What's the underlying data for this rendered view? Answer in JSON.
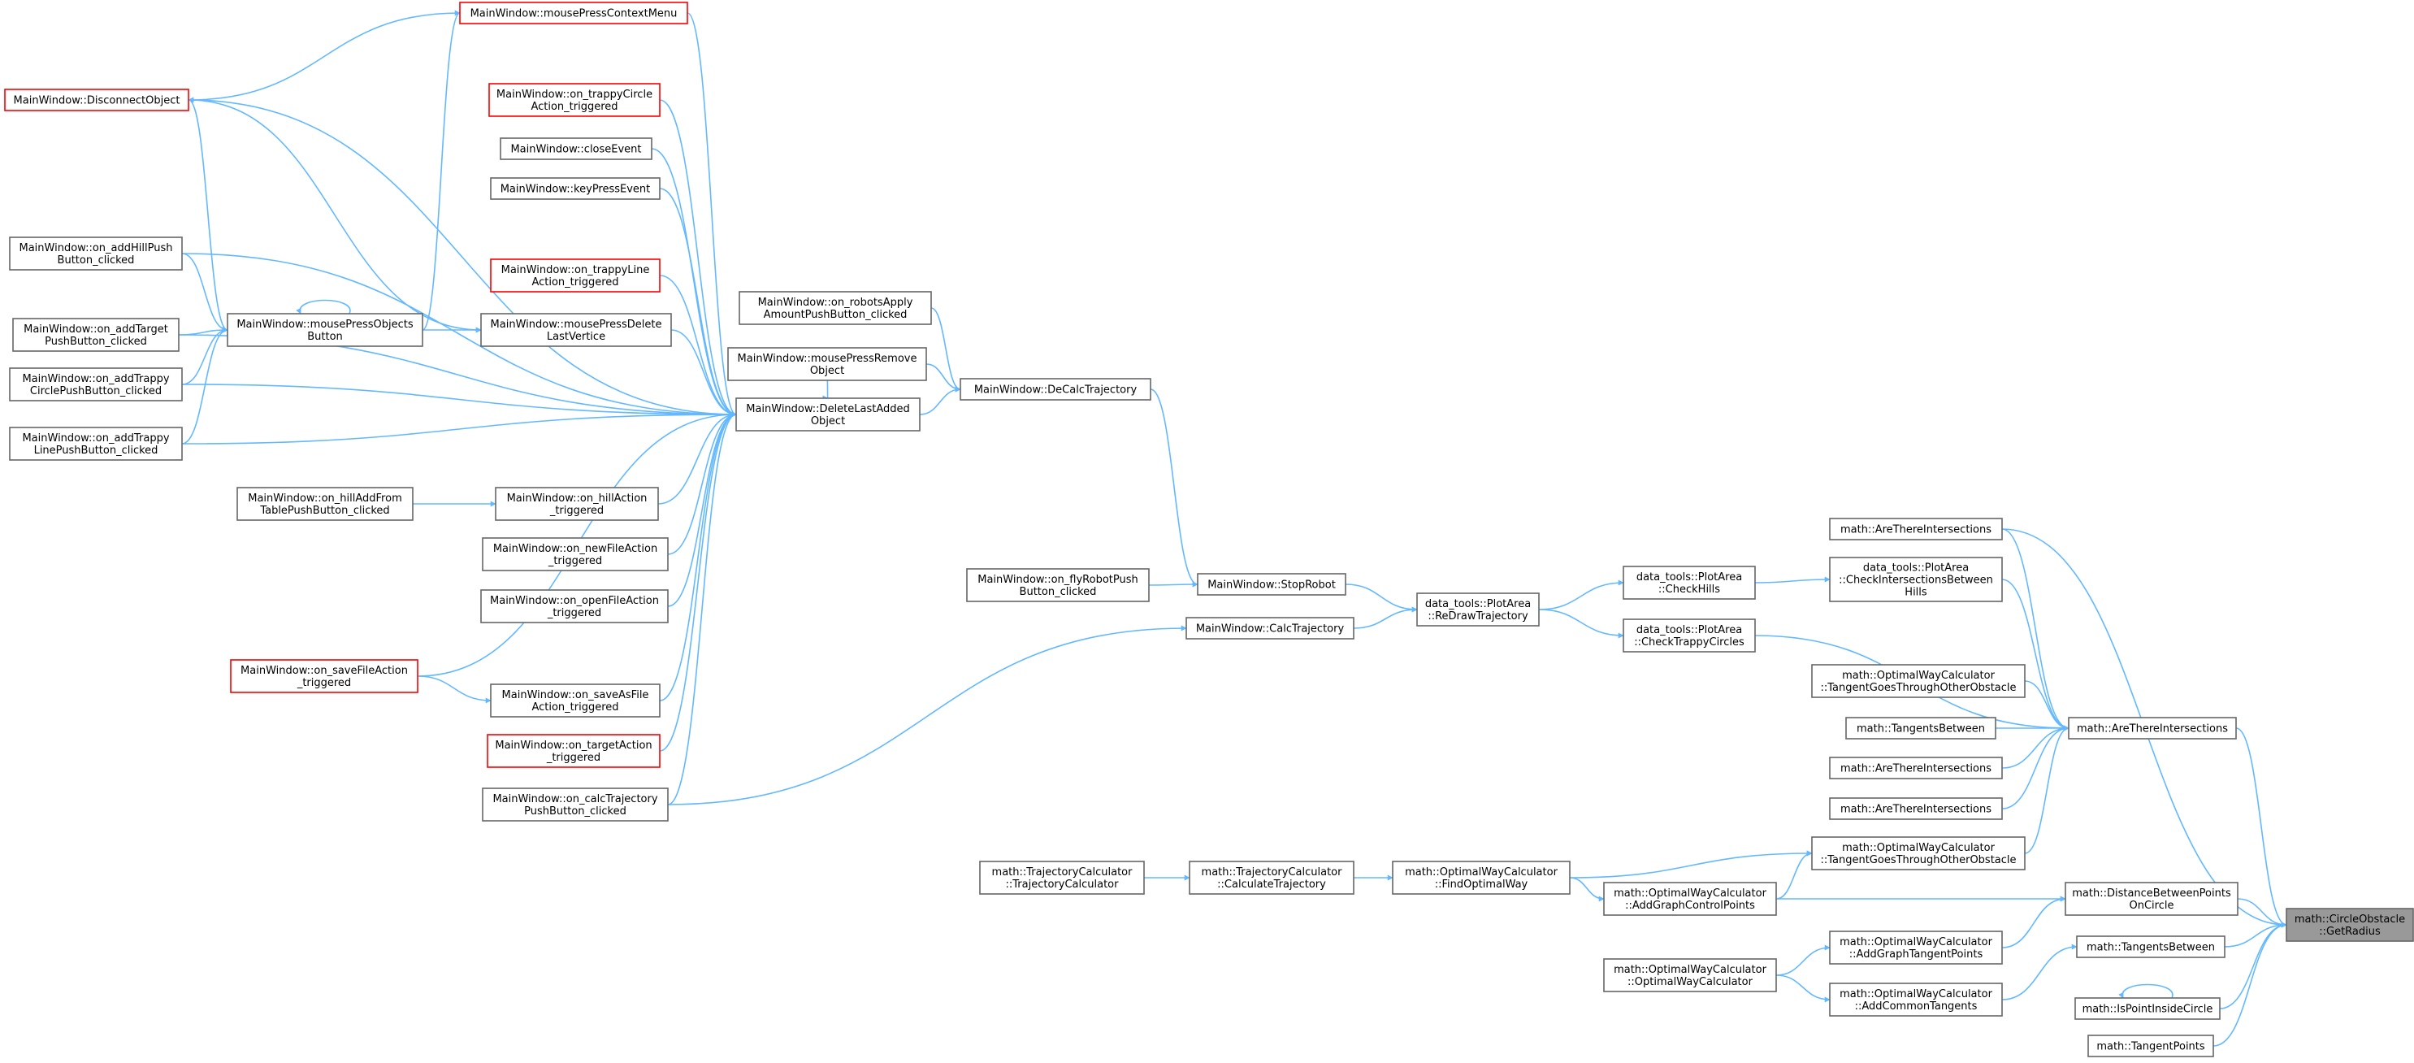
{
  "colors": {
    "edge": "#63b8ff",
    "normal_border": "#666666",
    "normal_fill": "#ffffff",
    "red_border": "#ff0000",
    "root_fill": "#999999",
    "text": "#000000"
  },
  "nodes": [
    {
      "id": "root",
      "lines": [
        "math::CircleObstacle",
        "::GetRadius"
      ],
      "style": "root"
    },
    {
      "id": "mpcm",
      "lines": [
        "MainWindow::mousePressContextMenu"
      ],
      "style": "red"
    },
    {
      "id": "disc",
      "lines": [
        "MainWindow::DisconnectObject"
      ],
      "style": "red"
    },
    {
      "id": "trcirc",
      "lines": [
        "MainWindow::on_trappyCircle",
        "Action_triggered"
      ],
      "style": "red"
    },
    {
      "id": "close",
      "lines": [
        "MainWindow::closeEvent"
      ],
      "style": "normal"
    },
    {
      "id": "keyp",
      "lines": [
        "MainWindow::keyPressEvent"
      ],
      "style": "normal"
    },
    {
      "id": "addhill",
      "lines": [
        "MainWindow::on_addHillPush",
        "Button_clicked"
      ],
      "style": "normal"
    },
    {
      "id": "trline",
      "lines": [
        "MainWindow::on_trappyLine",
        "Action_triggered"
      ],
      "style": "red"
    },
    {
      "id": "mpob",
      "lines": [
        "MainWindow::mousePressObjects",
        "Button"
      ],
      "style": "normal"
    },
    {
      "id": "mpdl",
      "lines": [
        "MainWindow::mousePressDelete",
        "LastVertice"
      ],
      "style": "normal"
    },
    {
      "id": "addtarget",
      "lines": [
        "MainWindow::on_addTarget",
        "PushButton_clicked"
      ],
      "style": "normal"
    },
    {
      "id": "robapply",
      "lines": [
        "MainWindow::on_robotsApply",
        "AmountPushButton_clicked"
      ],
      "style": "normal"
    },
    {
      "id": "mprem",
      "lines": [
        "MainWindow::mousePressRemove",
        "Object"
      ],
      "style": "normal"
    },
    {
      "id": "addtrcirc",
      "lines": [
        "MainWindow::on_addTrappy",
        "CirclePushButton_clicked"
      ],
      "style": "normal"
    },
    {
      "id": "dla",
      "lines": [
        "MainWindow::DeleteLastAdded",
        "Object"
      ],
      "style": "normal"
    },
    {
      "id": "decalc",
      "lines": [
        "MainWindow::DeCalcTrajectory"
      ],
      "style": "normal"
    },
    {
      "id": "addtrline",
      "lines": [
        "MainWindow::on_addTrappy",
        "LinePushButton_clicked"
      ],
      "style": "normal"
    },
    {
      "id": "hilltable",
      "lines": [
        "MainWindow::on_hillAddFrom",
        "TablePushButton_clicked"
      ],
      "style": "normal"
    },
    {
      "id": "hillact",
      "lines": [
        "MainWindow::on_hillAction",
        "_triggered"
      ],
      "style": "normal"
    },
    {
      "id": "newfile",
      "lines": [
        "MainWindow::on_newFileAction",
        "_triggered"
      ],
      "style": "normal"
    },
    {
      "id": "openfile",
      "lines": [
        "MainWindow::on_openFileAction",
        "_triggered"
      ],
      "style": "normal"
    },
    {
      "id": "savefile",
      "lines": [
        "MainWindow::on_saveFileAction",
        "_triggered"
      ],
      "style": "red"
    },
    {
      "id": "saveas",
      "lines": [
        "MainWindow::on_saveAsFile",
        "Action_triggered"
      ],
      "style": "normal"
    },
    {
      "id": "target",
      "lines": [
        "MainWindow::on_targetAction",
        "_triggered"
      ],
      "style": "red"
    },
    {
      "id": "calcbtn",
      "lines": [
        "MainWindow::on_calcTrajectory",
        "PushButton_clicked"
      ],
      "style": "normal"
    },
    {
      "id": "flyrobot",
      "lines": [
        "MainWindow::on_flyRobotPush",
        "Button_clicked"
      ],
      "style": "normal"
    },
    {
      "id": "stoprobot",
      "lines": [
        "MainWindow::StopRobot"
      ],
      "style": "normal"
    },
    {
      "id": "calctraj",
      "lines": [
        "MainWindow::CalcTrajectory"
      ],
      "style": "normal"
    },
    {
      "id": "redraw",
      "lines": [
        "data_tools::PlotArea",
        "::ReDrawTrajectory"
      ],
      "style": "normal"
    },
    {
      "id": "checkhills",
      "lines": [
        "data_tools::PlotArea",
        "::CheckHills"
      ],
      "style": "normal"
    },
    {
      "id": "checktrappy",
      "lines": [
        "data_tools::PlotArea",
        "::CheckTrappyCircles"
      ],
      "style": "normal"
    },
    {
      "id": "checkinter",
      "lines": [
        "data_tools::PlotArea",
        "::CheckIntersectionsBetween",
        "Hills"
      ],
      "style": "normal"
    },
    {
      "id": "ati1",
      "lines": [
        "math::AreThereIntersections"
      ],
      "style": "normal"
    },
    {
      "id": "tgtobs1",
      "lines": [
        "math::OptimalWayCalculator",
        "::TangentGoesThroughOtherObstacle"
      ],
      "style": "normal"
    },
    {
      "id": "tbetween1",
      "lines": [
        "math::TangentsBetween"
      ],
      "style": "normal"
    },
    {
      "id": "atimain",
      "lines": [
        "math::AreThereIntersections"
      ],
      "style": "normal"
    },
    {
      "id": "ati2",
      "lines": [
        "math::AreThereIntersections"
      ],
      "style": "normal"
    },
    {
      "id": "ati3",
      "lines": [
        "math::AreThereIntersections"
      ],
      "style": "normal"
    },
    {
      "id": "tgtobs2",
      "lines": [
        "math::OptimalWayCalculator",
        "::TangentGoesThroughOtherObstacle"
      ],
      "style": "normal"
    },
    {
      "id": "trajctor",
      "lines": [
        "math::TrajectoryCalculator",
        "::TrajectoryCalculator"
      ],
      "style": "normal"
    },
    {
      "id": "calcTraj",
      "lines": [
        "math::TrajectoryCalculator",
        "::CalculateTrajectory"
      ],
      "style": "normal"
    },
    {
      "id": "findopt",
      "lines": [
        "math::OptimalWayCalculator",
        "::FindOptimalWay"
      ],
      "style": "normal"
    },
    {
      "id": "addgraph",
      "lines": [
        "math::OptimalWayCalculator",
        "::AddGraphControlPoints"
      ],
      "style": "normal"
    },
    {
      "id": "distpts",
      "lines": [
        "math::DistanceBetweenPoints",
        "OnCircle"
      ],
      "style": "normal"
    },
    {
      "id": "addtangent",
      "lines": [
        "math::OptimalWayCalculator",
        "::AddGraphTangentPoints"
      ],
      "style": "normal"
    },
    {
      "id": "tbetween2",
      "lines": [
        "math::TangentsBetween"
      ],
      "style": "normal"
    },
    {
      "id": "owcctor",
      "lines": [
        "math::OptimalWayCalculator",
        "::OptimalWayCalculator"
      ],
      "style": "normal"
    },
    {
      "id": "addcommon",
      "lines": [
        "math::OptimalWayCalculator",
        "::AddCommonTangents"
      ],
      "style": "normal"
    },
    {
      "id": "ispoint",
      "lines": [
        "math::IsPointInsideCircle"
      ],
      "style": "normal"
    },
    {
      "id": "tpoints",
      "lines": [
        "math::TangentPoints"
      ],
      "style": "normal"
    }
  ],
  "edges": [
    [
      "mpcm",
      "disc"
    ],
    [
      "dla",
      "disc"
    ],
    [
      "disc",
      "mpob"
    ],
    [
      "disc",
      "mpdl"
    ],
    [
      "mpob",
      "mpcm"
    ],
    [
      "mpcm",
      "dla"
    ],
    [
      "trcirc",
      "dla"
    ],
    [
      "close",
      "dla"
    ],
    [
      "keyp",
      "dla"
    ],
    [
      "addhill",
      "mpob"
    ],
    [
      "addhill",
      "dla"
    ],
    [
      "trline",
      "dla"
    ],
    [
      "mpob",
      "mpob"
    ],
    [
      "mpob",
      "mpdl"
    ],
    [
      "mpdl",
      "dla"
    ],
    [
      "addtarget",
      "mpob"
    ],
    [
      "addtarget",
      "dla"
    ],
    [
      "addtrcirc",
      "mpob"
    ],
    [
      "addtrcirc",
      "dla"
    ],
    [
      "addtrline",
      "mpob"
    ],
    [
      "addtrline",
      "dla"
    ],
    [
      "robapply",
      "decalc"
    ],
    [
      "mprem",
      "decalc"
    ],
    [
      "dla",
      "decalc"
    ],
    [
      "mprem",
      "dla"
    ],
    [
      "hilltable",
      "hillact"
    ],
    [
      "hillact",
      "dla"
    ],
    [
      "newfile",
      "dla"
    ],
    [
      "openfile",
      "dla"
    ],
    [
      "savefile",
      "dla"
    ],
    [
      "savefile",
      "saveas"
    ],
    [
      "saveas",
      "dla"
    ],
    [
      "target",
      "dla"
    ],
    [
      "calcbtn",
      "dla"
    ],
    [
      "decalc",
      "stoprobot"
    ],
    [
      "flyrobot",
      "stoprobot"
    ],
    [
      "calcbtn",
      "calctraj"
    ],
    [
      "stoprobot",
      "redraw"
    ],
    [
      "calctraj",
      "redraw"
    ],
    [
      "redraw",
      "checkhills"
    ],
    [
      "redraw",
      "checktrappy"
    ],
    [
      "checkhills",
      "checkinter"
    ],
    [
      "checkinter",
      "atimain"
    ],
    [
      "checktrappy",
      "atimain"
    ],
    [
      "tgtobs1",
      "atimain"
    ],
    [
      "tbetween1",
      "atimain"
    ],
    [
      "ati2",
      "atimain"
    ],
    [
      "ati3",
      "atimain"
    ],
    [
      "tgtobs2",
      "atimain"
    ],
    [
      "ati1",
      "atimain"
    ],
    [
      "ati1",
      "root"
    ],
    [
      "atimain",
      "root"
    ],
    [
      "trajctor",
      "calcTraj"
    ],
    [
      "calcTraj",
      "findopt"
    ],
    [
      "findopt",
      "tgtobs2"
    ],
    [
      "findopt",
      "addgraph"
    ],
    [
      "addgraph",
      "tgtobs2"
    ],
    [
      "addgraph",
      "distpts"
    ],
    [
      "addtangent",
      "distpts"
    ],
    [
      "owcctor",
      "addtangent"
    ],
    [
      "owcctor",
      "addcommon"
    ],
    [
      "addcommon",
      "tbetween2"
    ],
    [
      "distpts",
      "root"
    ],
    [
      "tbetween2",
      "root"
    ],
    [
      "ispoint",
      "ispoint"
    ],
    [
      "ispoint",
      "root"
    ],
    [
      "tpoints",
      "root"
    ]
  ]
}
